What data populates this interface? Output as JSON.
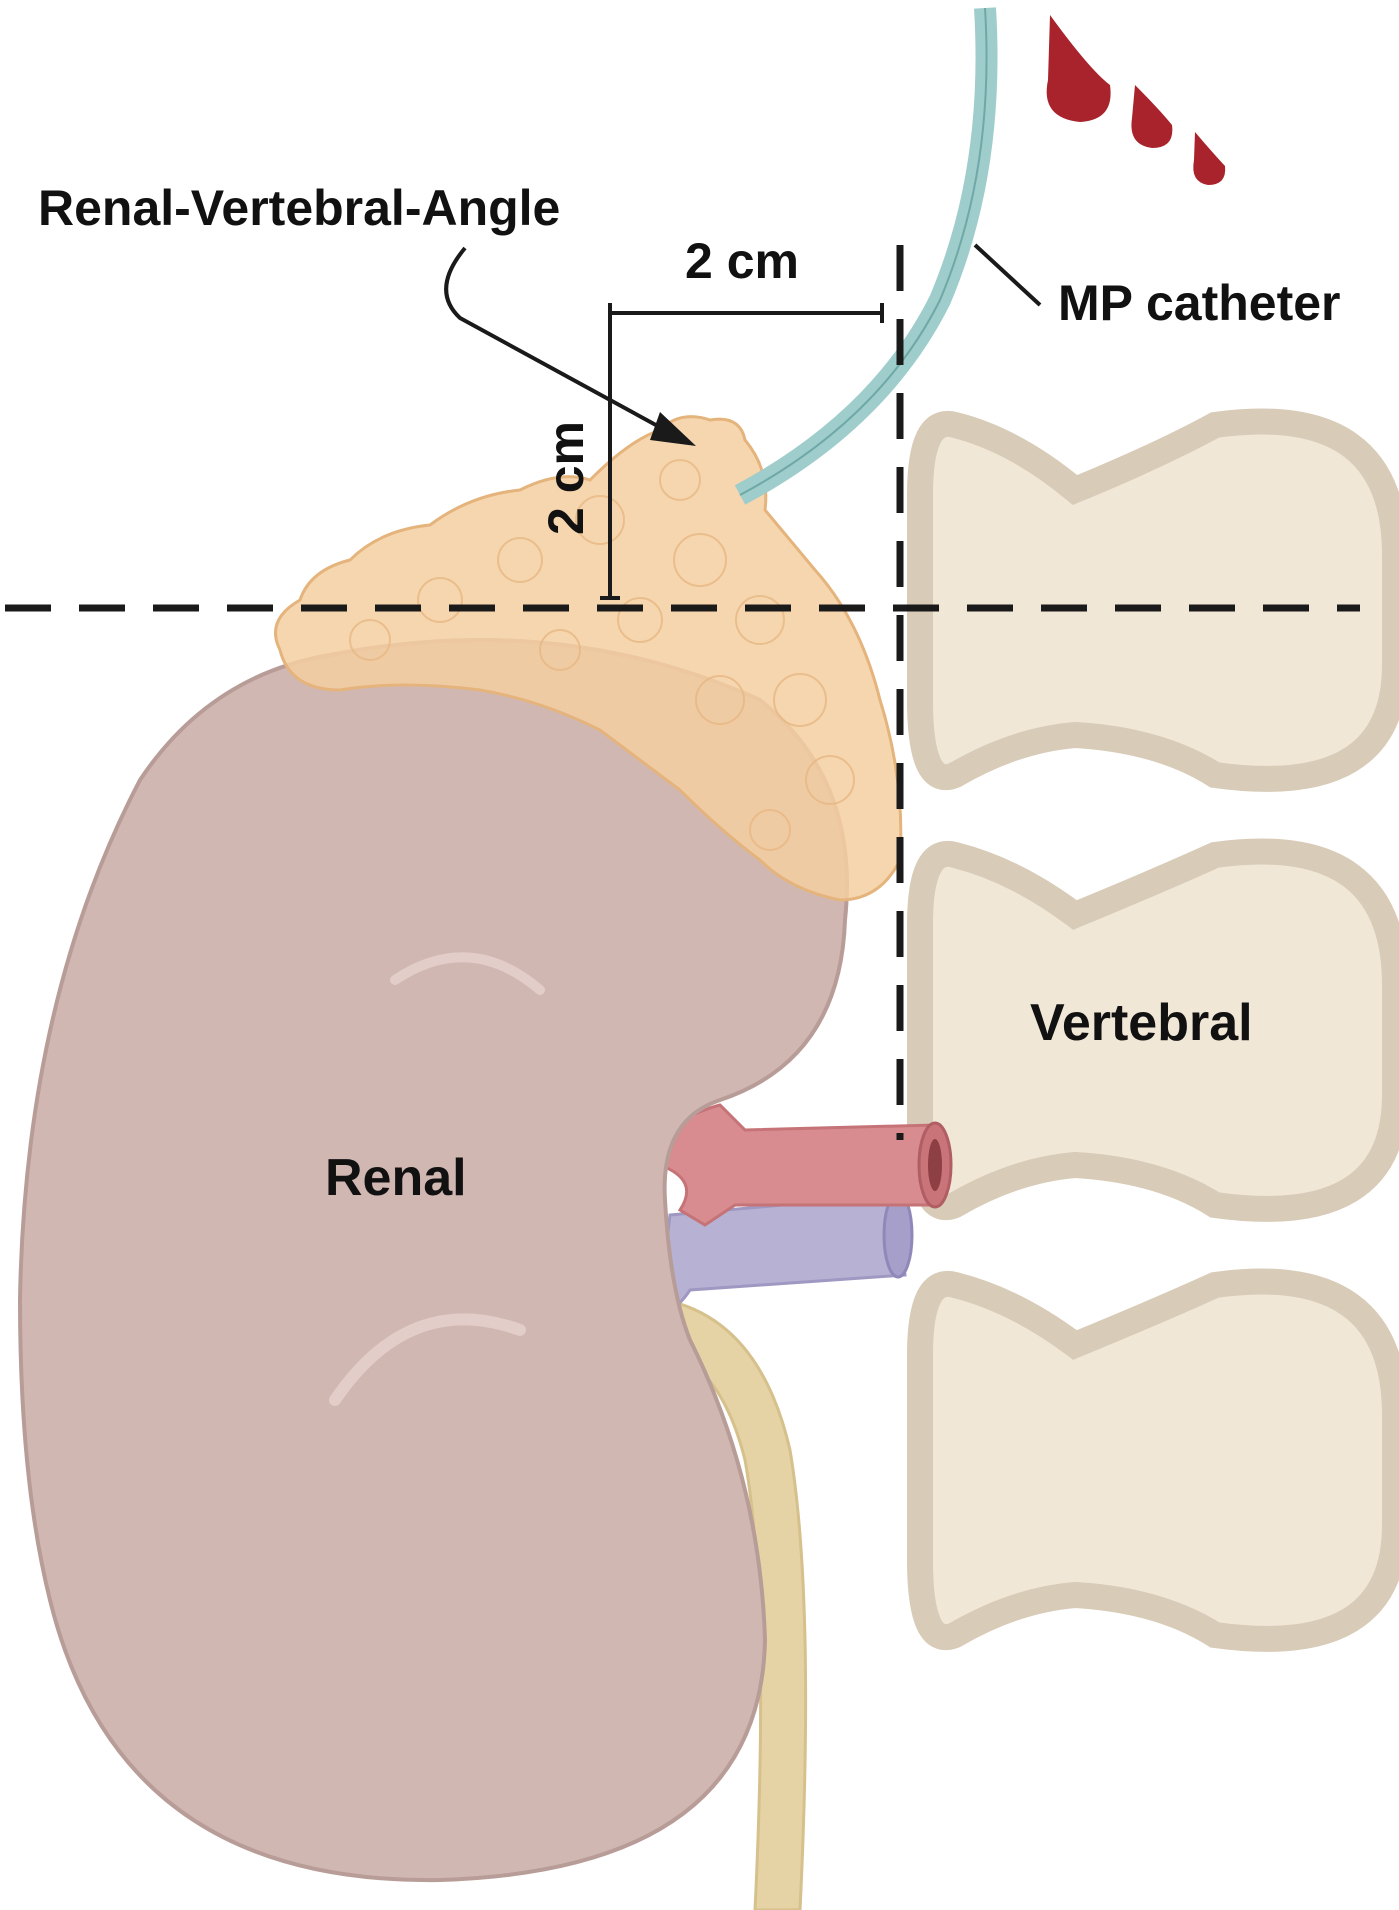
{
  "labels": {
    "angle": "Renal-Vertebral-Angle",
    "horizontal_measure": "2 cm",
    "vertical_measure": "2 cm",
    "catheter": "MP catheter",
    "vertebral": "Vertebral",
    "renal": "Renal"
  },
  "icons": {
    "blood_drops": "blood-drop-icon"
  },
  "colors": {
    "kidney": "#d1b7b2",
    "kidney_outline": "#b89c97",
    "adrenal_gland": "#f4cfa0",
    "vertebra_body": "#f1e7d7",
    "vertebra_rim": "#d8cbb7",
    "catheter": "#9fcdcb",
    "artery": "#d98c8f",
    "vein": "#b7b2d4",
    "ureter": "#e5d3a5",
    "blood": "#a8232c",
    "dashed_line": "#1a1a1a"
  }
}
